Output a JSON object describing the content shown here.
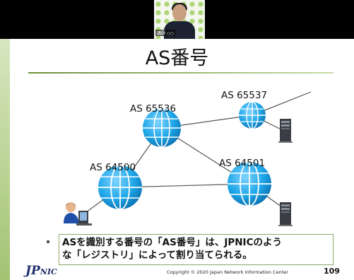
{
  "slide": {
    "title": "AS番号",
    "caption_line1": "ASを識別する番号の「AS番号」は、JPNICのよう",
    "caption_line2": "な「レジストリ」によって割り当てられる。",
    "copyright": "Copyright © 2020 Japan Network Information Center",
    "page_number": "109",
    "logo_text_main": "JP",
    "logo_text_sub": "NIC"
  },
  "network": {
    "nodes": [
      {
        "label": "AS 65536"
      },
      {
        "label": "AS 65537"
      },
      {
        "label": "AS 64500"
      },
      {
        "label": "AS 64501"
      }
    ]
  },
  "webcam": {
    "caption": "講師 ○○"
  },
  "colors": {
    "globe_blue": "#1ea6e8",
    "rule_green": "#6b8f3a",
    "logo_navy": "#1e2f6b"
  }
}
